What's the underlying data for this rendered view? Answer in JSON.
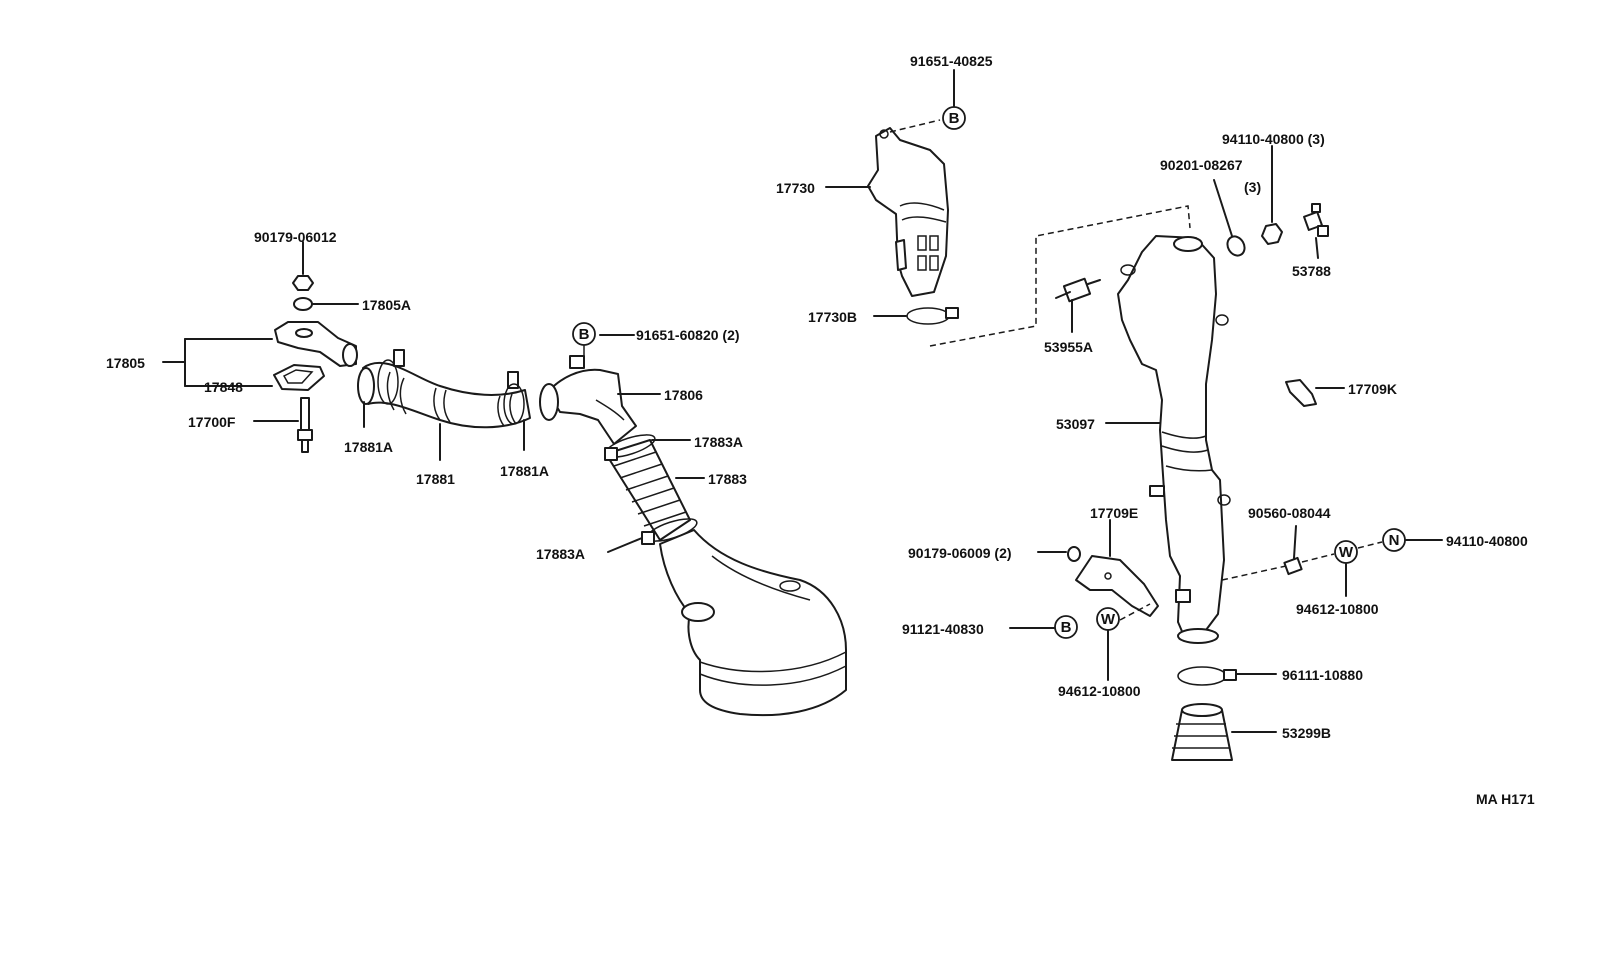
{
  "diagram_code": "MA H171",
  "labels": {
    "p_91651_40825": "91651-40825",
    "p_17730": "17730",
    "p_17730b": "17730B",
    "p_94110_40800_3": "94110-40800 (3)",
    "p_90201_08267": "90201-08267",
    "p_90201_qty": "(3)",
    "p_53788": "53788",
    "p_53955a": "53955A",
    "p_17709k": "17709K",
    "p_53097": "53097",
    "p_90179_06012": "90179-06012",
    "p_17805a": "17805A",
    "p_17805": "17805",
    "p_17848": "17848",
    "p_17700f": "17700F",
    "p_91651_60820": "91651-60820 (2)",
    "p_17806": "17806",
    "p_17881a_left": "17881A",
    "p_17881": "17881",
    "p_17881a_right": "17881A",
    "p_17883a_top": "17883A",
    "p_17883": "17883",
    "p_17883a_bottom": "17883A",
    "p_17709e": "17709E",
    "p_90560_08044": "90560-08044",
    "p_94110_40800": "94110-40800",
    "p_90179_06009": "90179-06009 (2)",
    "p_94612_10800_right": "94612-10800",
    "p_91121_40830": "91121-40830",
    "p_94612_10800_bottom": "94612-10800",
    "p_96111_10880": "96111-10880",
    "p_53299b": "53299B"
  },
  "markers": {
    "b": "B",
    "w": "W",
    "n": "N"
  }
}
